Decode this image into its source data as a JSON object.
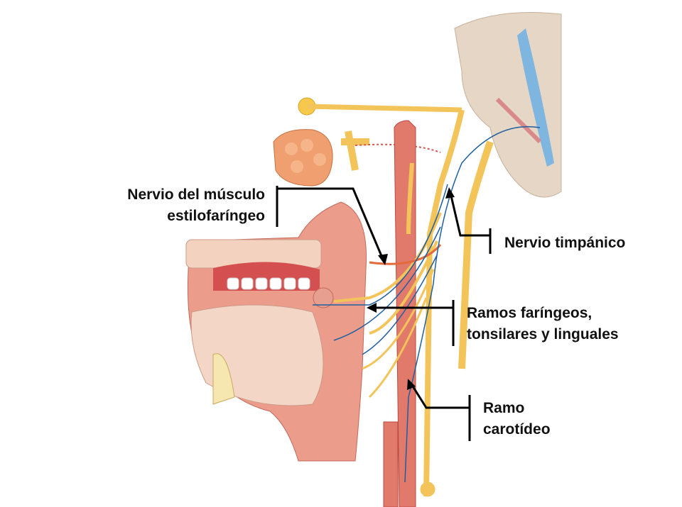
{
  "labels": {
    "stylopharyngeus": {
      "line1": "Nervio del músculo",
      "line2": "estilofaríngeo"
    },
    "tympanic": {
      "line1": "Nervio timpánico"
    },
    "branches": {
      "line1": "Ramos faríngeos,",
      "line2": "tonsilares y linguales"
    },
    "carotid": {
      "line1": "Ramo",
      "line2": "carotídeo"
    }
  },
  "colors": {
    "nerve": "#f3c45a",
    "artery": "#d9534f",
    "tissue": "#ec9c8a",
    "brain": "#e8d8c8",
    "blue_nerve": "#1e5fa0",
    "leader": "#000000"
  }
}
